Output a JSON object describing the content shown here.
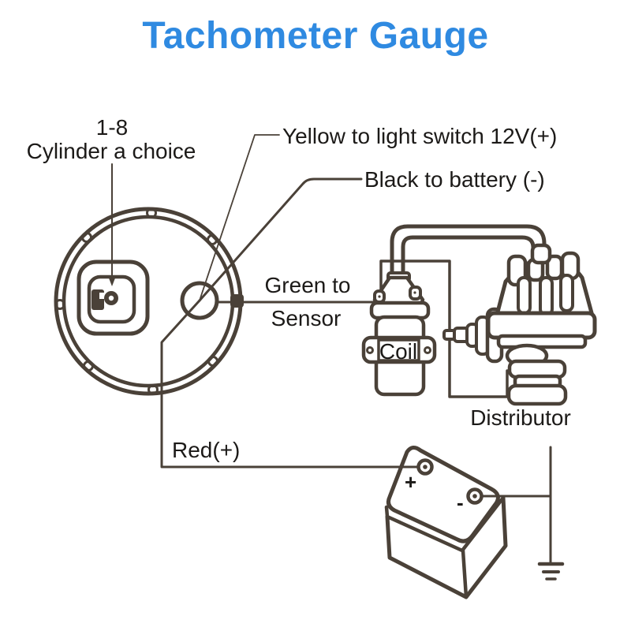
{
  "title": {
    "text": "Tachometer Gauge"
  },
  "colors": {
    "title": "#2f8ae1",
    "line": "#4a4138",
    "text": "#1c1a18",
    "background": "#ffffff"
  },
  "labels": {
    "cylinder_line1": "1-8",
    "cylinder_line2": "Cylinder a choice",
    "yellow_wire": "Yellow to light switch 12V(+)",
    "black_wire": "Black to battery (-)",
    "green_wire_line1": "Green to",
    "green_wire_line2": "Sensor",
    "red_wire": "Red(+)",
    "coil": "Coil",
    "distributor": "Distributor",
    "battery_plus": "+",
    "battery_minus": "-"
  },
  "components": [
    "tachometer-gauge-back",
    "ignition-coil",
    "distributor",
    "battery",
    "ground-symbol"
  ],
  "connections": [
    {
      "wire": "yellow",
      "to": "light switch 12V(+)"
    },
    {
      "wire": "black",
      "to": "battery (-)"
    },
    {
      "wire": "green",
      "to": "sensor (coil)"
    },
    {
      "wire": "red",
      "to": "battery (+)"
    },
    {
      "wire": "coil",
      "to": "distributor"
    },
    {
      "wire": "battery (-)",
      "to": "ground"
    }
  ]
}
